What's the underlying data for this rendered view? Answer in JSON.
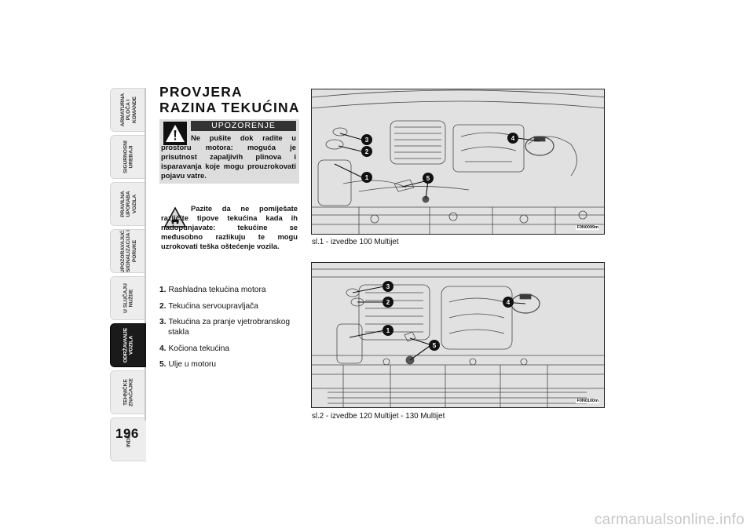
{
  "side_tabs": [
    {
      "label": "ARMATURNA\nPLOČA I\nKOMANDE",
      "active": false
    },
    {
      "label": "SIGURNOSNI\nUREĐAJI",
      "active": false
    },
    {
      "label": "PRAVILNA\nUPORABA\nVOZILA",
      "active": false
    },
    {
      "label": "UPOZORAVAJUĆA\nSIGNALIZACIJA I\nPORUKE",
      "active": false
    },
    {
      "label": "U SLUČAJU\nNUŽDE",
      "active": false
    },
    {
      "label": "ODRŽAVANJE\nVOZILA",
      "active": true
    },
    {
      "label": "TEHNIČKE\nZNAČAJKE",
      "active": false
    },
    {
      "label": "INDEX",
      "active": false
    }
  ],
  "page_number": "196",
  "section_title": "PROVJERA RAZINA TEKUĆINA",
  "warning": {
    "header": "UPOZORENJE",
    "text": "Ne pušite dok radite u prostoru motora: moguća je prisutnost zapaljivih plinova i isparavanja koje mogu prouzrokovati pojavu vatre."
  },
  "caution": {
    "text": "Pazite da ne pomiješate različite tipove tekućina kada ih nadopunjavate: tekućine se međusobno razlikuju te mogu uzrokovati teška oštećenje vozila."
  },
  "fluid_list": [
    {
      "num": "1.",
      "text": "Rashladna tekućina motora"
    },
    {
      "num": "2.",
      "text": "Tekućina servoupravljača"
    },
    {
      "num": "3.",
      "text": "Tekućina za pranje vjetrobranskog stakla"
    },
    {
      "num": "4.",
      "text": "Kočiona tekućina"
    },
    {
      "num": "5.",
      "text": "Ulje u motoru"
    }
  ],
  "figure_1": {
    "caption": "sl.1 - izvedbe 100 Multijet",
    "code": "F0N0099m",
    "labels": [
      "1",
      "2",
      "3",
      "4",
      "5"
    ]
  },
  "figure_2": {
    "caption": "sl.2 - izvedbe 120 Multijet - 130 Multijet",
    "code": "F0N0100m",
    "labels": [
      "1",
      "2",
      "3",
      "4",
      "5"
    ]
  },
  "watermark": "carmanualsonline.info"
}
